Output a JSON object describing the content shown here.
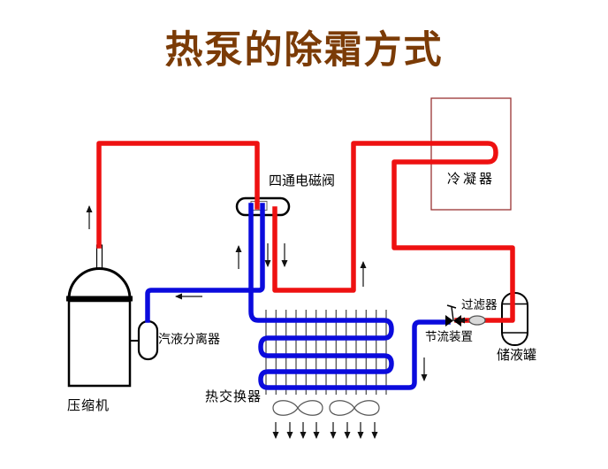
{
  "slide": {
    "title": "热泵的除霜方式"
  },
  "colors": {
    "title_color": "#7b3b06",
    "hot_pipe": "#ee1111",
    "cold_pipe": "#0b0bdd",
    "outline": "#000000",
    "condenser_box": "#993333"
  },
  "labels": {
    "four_way_valve": "四通电磁阀",
    "condenser": "冷凝器",
    "compressor": "压缩机",
    "separator": "汽液分离器",
    "heat_exchanger": "热交换器",
    "filter": "过滤器",
    "throttle": "节流装置",
    "tank": "储液罐"
  },
  "diagram_notes": {
    "hot_line_route": "compressor → four-way valve → condenser coil → storage tank → filter → throttle",
    "cold_line_route": "throttle → heat exchanger serpentine → four-way valve → gas-liquid separator → compressor",
    "fan_count": 2,
    "bottom_airflow_arrow_count": 8,
    "fin_count": 13
  }
}
